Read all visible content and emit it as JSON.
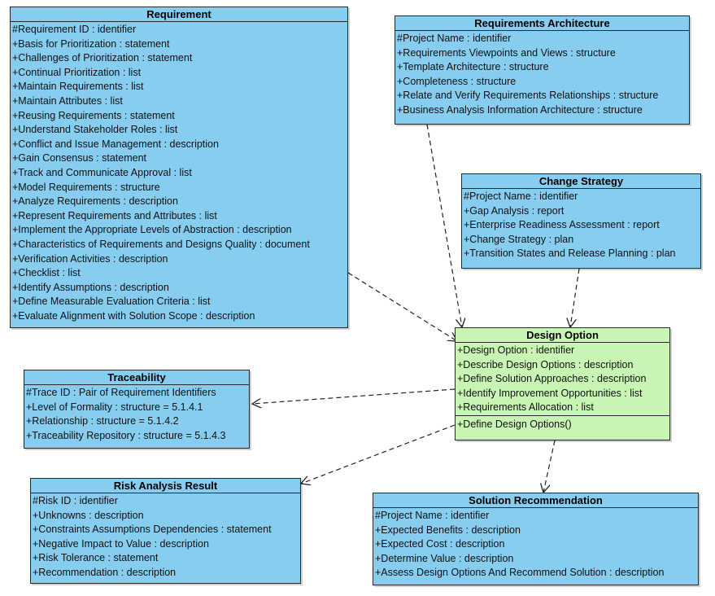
{
  "classes": {
    "requirement": {
      "title": "Requirement",
      "attributes": [
        "#Requirement ID : identifier",
        "+Basis for Prioritization : statement",
        "+Challenges of Prioritization : statement",
        "+Continual Prioritization : list",
        "+Maintain Requirements : list",
        "+Maintain Attributes : list",
        "+Reusing Requirements : statement",
        "+Understand Stakeholder Roles : list",
        "+Conflict and Issue Management : description",
        "+Gain Consensus : statement",
        "+Track and Communicate Approval : list",
        "+Model Requirements : structure",
        "+Analyze Requirements : description",
        "+Represent Requirements and Attributes : list",
        "+Implement the Appropriate Levels of Abstraction : description",
        "+Characteristics of Requirements and Designs Quality : document",
        "+Verification Activities : description",
        "+Checklist : list",
        "+Identify Assumptions : description",
        "+Define Measurable Evaluation Criteria : list",
        "+Evaluate Alignment with Solution Scope : description"
      ]
    },
    "requirements_architecture": {
      "title": "Requirements Architecture",
      "attributes": [
        "#Project Name : identifier",
        "+Requirements Viewpoints and Views : structure",
        "+Template Architecture : structure",
        "+Completeness : structure",
        "+Relate and Verify Requirements Relationships : structure",
        "+Business Analysis Information Architecture : structure"
      ]
    },
    "change_strategy": {
      "title": "Change Strategy",
      "attributes": [
        "#Project Name : identifier",
        "+Gap Analysis : report",
        "+Enterprise Readiness Assessment : report",
        "+Change Strategy : plan",
        "+Transition States and Release Planning : plan"
      ]
    },
    "design_option": {
      "title": "Design Option",
      "attributes": [
        "+Design Option : identifier",
        "+Describe Design Options : description",
        "+Define Solution Approaches : description",
        "+Identify Improvement Opportunities : list",
        "+Requirements Allocation : list"
      ],
      "operations": [
        "+Define Design Options()"
      ]
    },
    "traceability": {
      "title": "Traceability",
      "attributes": [
        "#Trace ID : Pair of Requirement Identifiers",
        "+Level of Formality : structure = 5.1.4.1",
        "+Relationship : structure = 5.1.4.2",
        "+Traceability Repository : structure = 5.1.4.3"
      ]
    },
    "risk_analysis_result": {
      "title": "Risk Analysis Result",
      "attributes": [
        "#Risk ID : identifier",
        "+Unknowns : description",
        "+Constraints Assumptions Dependencies : statement",
        "+Negative Impact to Value : description",
        "+Risk Tolerance : statement",
        "+Recommendation : description"
      ]
    },
    "solution_recommendation": {
      "title": "Solution Recommendation",
      "attributes": [
        "#Project Name : identifier",
        "+Expected Benefits : description",
        "+Expected Cost : description",
        "+Determine Value : description",
        "+Assess Design Options And Recommend Solution : description"
      ]
    }
  },
  "colors": {
    "class_fill": "#86cdf0",
    "highlight_fill": "#c8f5b4",
    "border": "#2a2a2a"
  }
}
